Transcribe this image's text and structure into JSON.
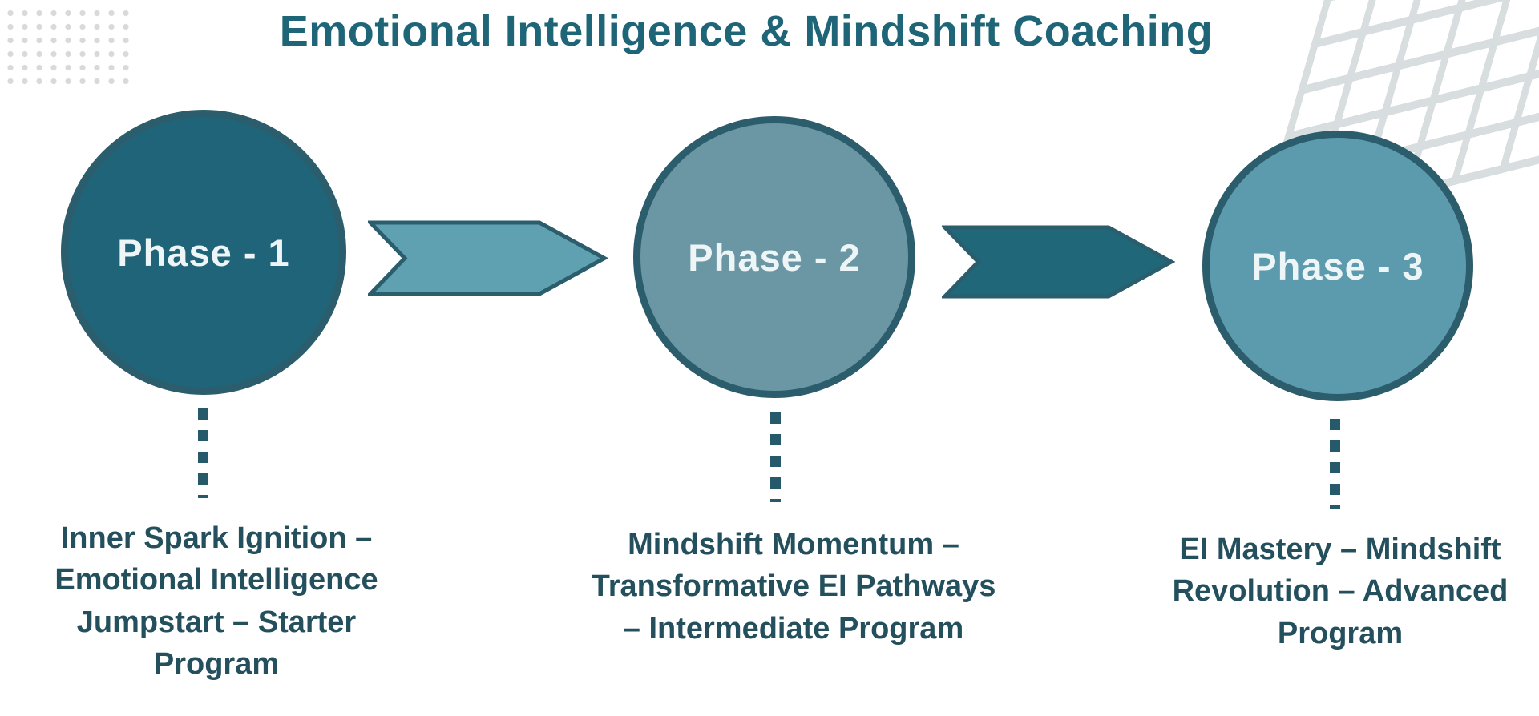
{
  "title": "Emotional Intelligence & Mindshift Coaching",
  "phases": [
    {
      "label": "Phase - 1",
      "description": "Inner Spark Ignition – Emotional Intelligence Jumpstart – Starter Program"
    },
    {
      "label": "Phase - 2",
      "description": "Mindshift Momentum – Transformative EI Pathways – Intermediate Program"
    },
    {
      "label": "Phase - 3",
      "description": "EI Mastery – Mindshift Revolution – Advanced Program"
    }
  ],
  "colors": {
    "title-color": "#1e6578",
    "desc-color": "#24505e",
    "phase1-fill": "#1f6478",
    "phase2-fill": "#6b97a4",
    "phase3-fill": "#5b9bad",
    "circle-border": "#2b5d6c",
    "arrow1-fill": "#5fa0b1",
    "arrow2-fill": "#1f6779",
    "phase-label-color": "#eef5f7",
    "connector-color": "#265a6b",
    "dots-color": "#d9d9d9",
    "hash-color": "#d8dee0"
  }
}
